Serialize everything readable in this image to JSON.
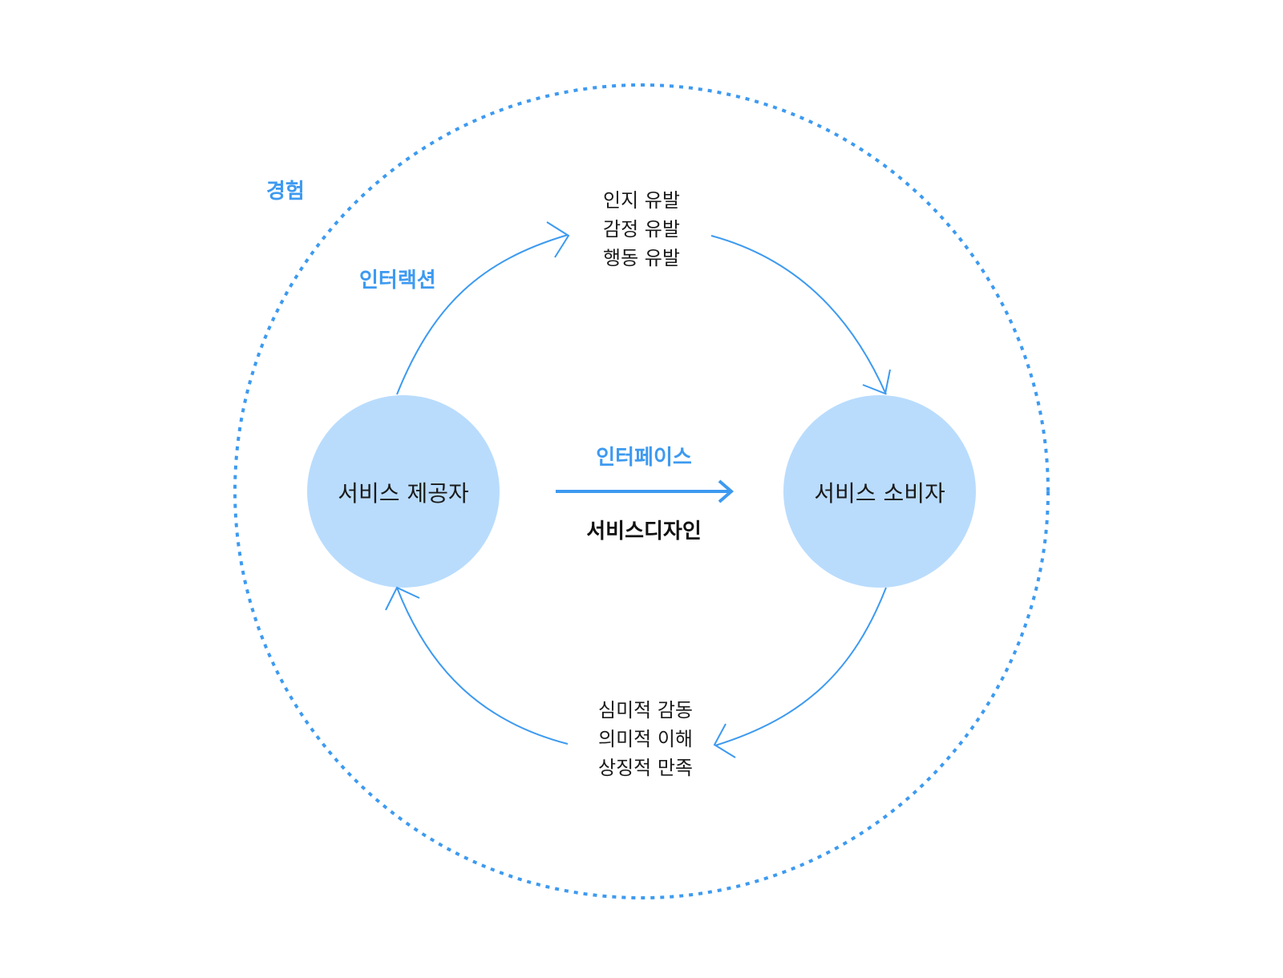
{
  "colors": {
    "accent": "#3d9af0",
    "node_fill": "#b9dcfd",
    "text": "#1a1a1a"
  },
  "outer": {
    "label": "경험"
  },
  "cycle": {
    "label": "인터랙션"
  },
  "nodes": {
    "provider": {
      "label": "서비스 제공자"
    },
    "consumer": {
      "label": "서비스 소비자"
    }
  },
  "interface": {
    "label": "인터페이스",
    "caption": "서비스디자인"
  },
  "top_effects": [
    "인지 유발",
    "감정 유발",
    "행동 유발"
  ],
  "bottom_effects": [
    "심미적 감동",
    "의미적 이해",
    "상징적 만족"
  ]
}
